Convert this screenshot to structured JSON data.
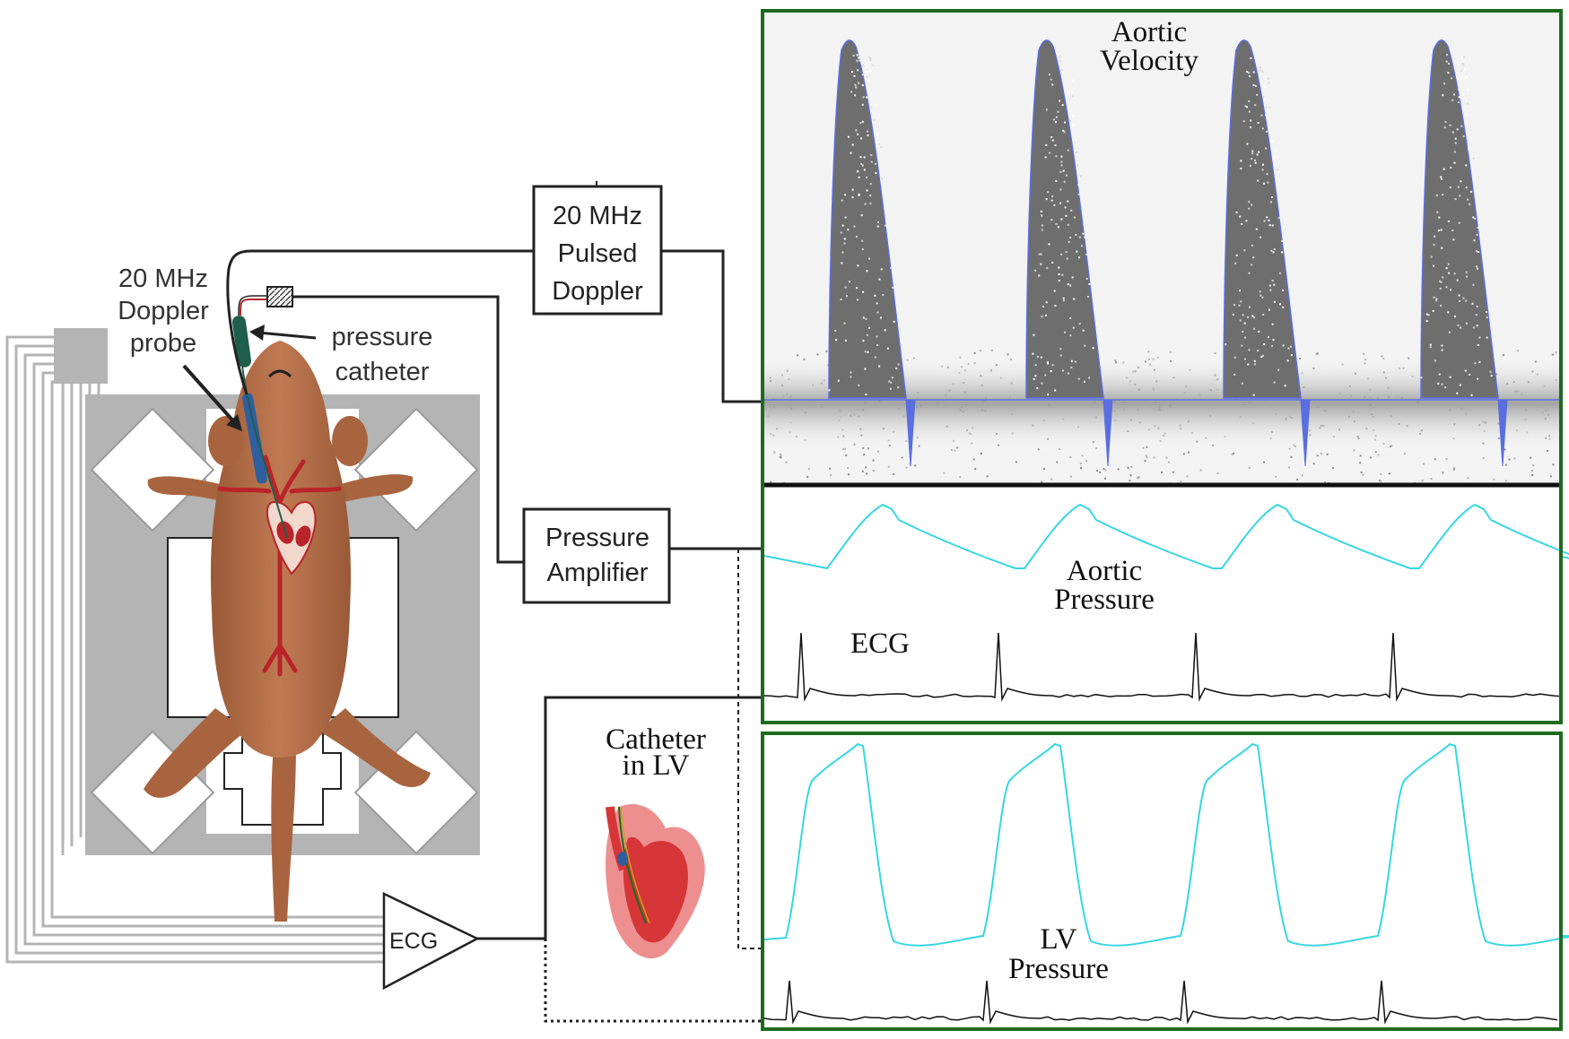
{
  "probe_label": [
    "20 MHz",
    "Doppler",
    "probe"
  ],
  "catheter_label": [
    "pressure",
    "catheter"
  ],
  "doppler_box": [
    "20 MHz",
    "Pulsed",
    "Doppler"
  ],
  "pressure_box": [
    "Pressure",
    "Amplifier"
  ],
  "ecg_amp_label": "ECG",
  "lv_catheter_label": [
    "Catheter",
    "in LV"
  ],
  "panels": {
    "aortic_velocity": [
      "Aortic",
      "Velocity"
    ],
    "aortic_pressure": [
      "Aortic",
      "Pressure"
    ],
    "ecg": "ECG",
    "lv_pressure": [
      "LV",
      "Pressure"
    ]
  },
  "colors": {
    "panel_border": "#1e6a1e",
    "pressure_trace": "#36d6e3",
    "velocity_trace": "#5a6ee0",
    "mouse_body": "#b06b45",
    "vessel": "#b8242a",
    "platform": "#b4b4b4"
  },
  "icons": [
    "mouse-illustration",
    "heart-icon",
    "lv-heart-icon",
    "probe-icon",
    "catheter-icon",
    "amplifier-triangle-icon"
  ]
}
